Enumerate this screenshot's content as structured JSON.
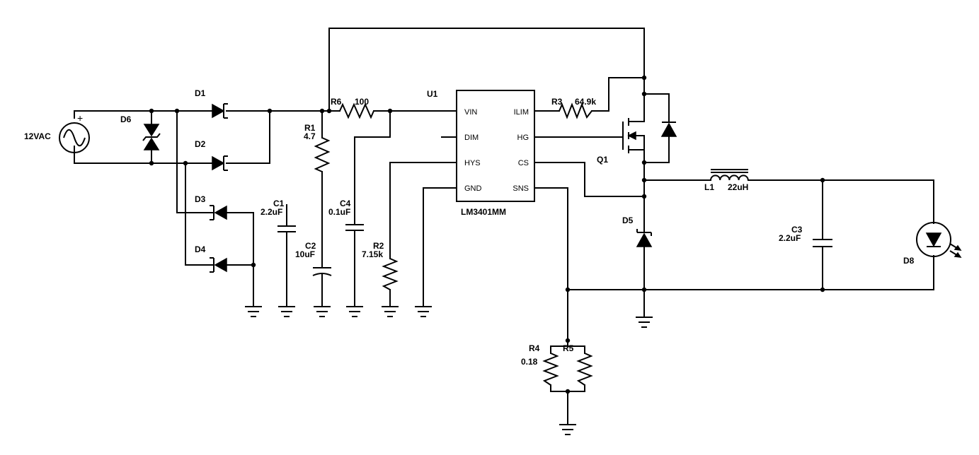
{
  "source": {
    "designator": "",
    "value": "12VAC",
    "plus_sign": "+"
  },
  "components": {
    "D1": {
      "designator": "D1"
    },
    "D2": {
      "designator": "D2"
    },
    "D3": {
      "designator": "D3"
    },
    "D4": {
      "designator": "D4"
    },
    "D5": {
      "designator": "D5"
    },
    "D6": {
      "designator": "D6"
    },
    "D8": {
      "designator": "D8"
    },
    "R1": {
      "designator": "R1",
      "value": "4.7"
    },
    "R2": {
      "designator": "R2",
      "value": "7.15k"
    },
    "R3": {
      "designator": "R3",
      "value": "64.9k"
    },
    "R4": {
      "designator": "R4",
      "value": "0.18"
    },
    "R5": {
      "designator": "R5"
    },
    "R6": {
      "designator": "R6",
      "value": "100"
    },
    "C1": {
      "designator": "C1",
      "value": "2.2uF"
    },
    "C2": {
      "designator": "C2",
      "value": "10uF"
    },
    "C3": {
      "designator": "C3",
      "value": "2.2uF"
    },
    "C4": {
      "designator": "C4",
      "value": "0.1uF"
    },
    "L1": {
      "designator": "L1",
      "value": "22uH"
    },
    "Q1": {
      "designator": "Q1"
    }
  },
  "ic": {
    "designator": "U1",
    "part": "LM3401MM",
    "pins": {
      "vin": "VIN",
      "dim": "DIM",
      "hys": "HYS",
      "gnd": "GND",
      "ilim": "ILIM",
      "hg": "HG",
      "cs": "CS",
      "sns": "SNS"
    }
  },
  "ground_symbols": [
    "gnd",
    "gnd",
    "gnd",
    "gnd",
    "gnd",
    "gnd",
    "gnd",
    "gnd"
  ]
}
